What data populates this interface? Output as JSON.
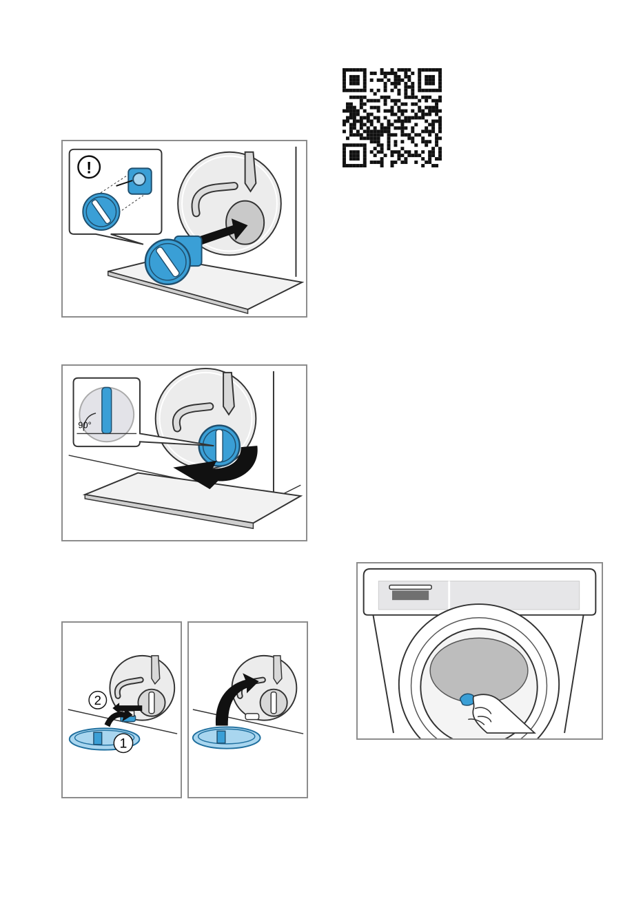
{
  "figures": {
    "drain_pump_cap_insert": {
      "warning_symbol": "!"
    },
    "drain_pump_cap_turn": {
      "rotation_label": "90°"
    },
    "flap_close_steps": {
      "step_1": "1",
      "step_2": "2"
    },
    "flap_lift": {},
    "washer_front": {}
  },
  "qr_code": {},
  "colors": {
    "accent_blue": "#3a9fd6",
    "dark_blue": "#1f6f9e",
    "light_blue": "#a9d6ef",
    "frame_grey": "#8c8c8c",
    "line_dark": "#333333",
    "surface_light": "#ebebeb"
  }
}
